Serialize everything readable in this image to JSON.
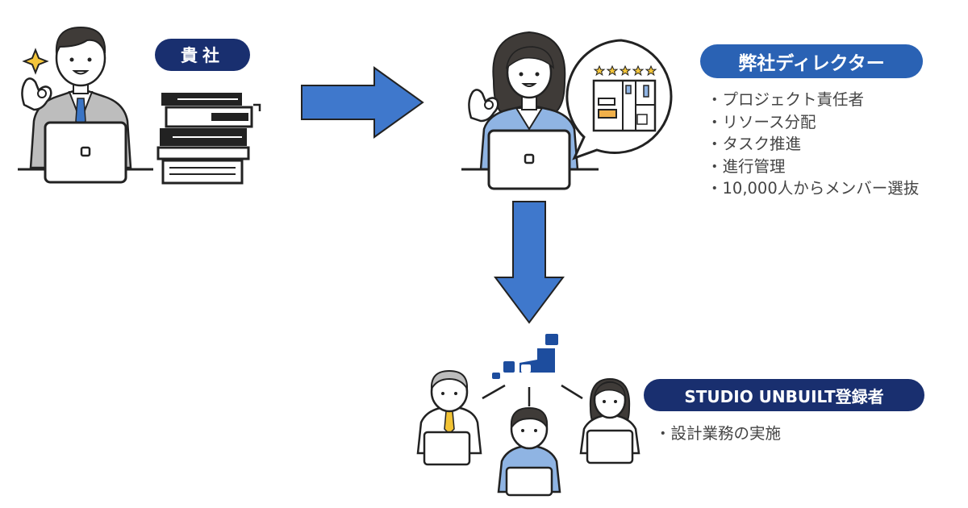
{
  "colors": {
    "navy": "#192f6f",
    "blue": "#2a62b4",
    "arrow": "#3f78cc",
    "outline": "#222222",
    "hair": "#3f3b38",
    "skin": "#ffffff",
    "suit_gray": "#bdbdbd",
    "shirt_blue": "#8fb4e3",
    "star": "#f4c53a",
    "tie_blue": "#3a74c4",
    "tie_gold": "#f2c334",
    "japan_blue": "#1d4d9e"
  },
  "client": {
    "label": "貴社",
    "icons": [
      "person-ok-gesture-icon",
      "laptop-icon",
      "book-stack-icon",
      "sparkle-icon"
    ]
  },
  "director": {
    "label": "弊社ディレクター",
    "items": [
      "プロジェクト責任者",
      "リソース分配",
      "タスク推進",
      "進行管理",
      "10,000人からメンバー選抜"
    ],
    "icons": [
      "person-ok-gesture-icon",
      "laptop-icon",
      "speech-bubble-icon",
      "star-icon",
      "floor-plan-icon"
    ]
  },
  "registrants": {
    "label": "STUDIO UNBUILT登録者",
    "items": [
      "設計業務の実施"
    ],
    "icons": [
      "japan-map-icon",
      "person-icon",
      "laptop-icon"
    ]
  }
}
